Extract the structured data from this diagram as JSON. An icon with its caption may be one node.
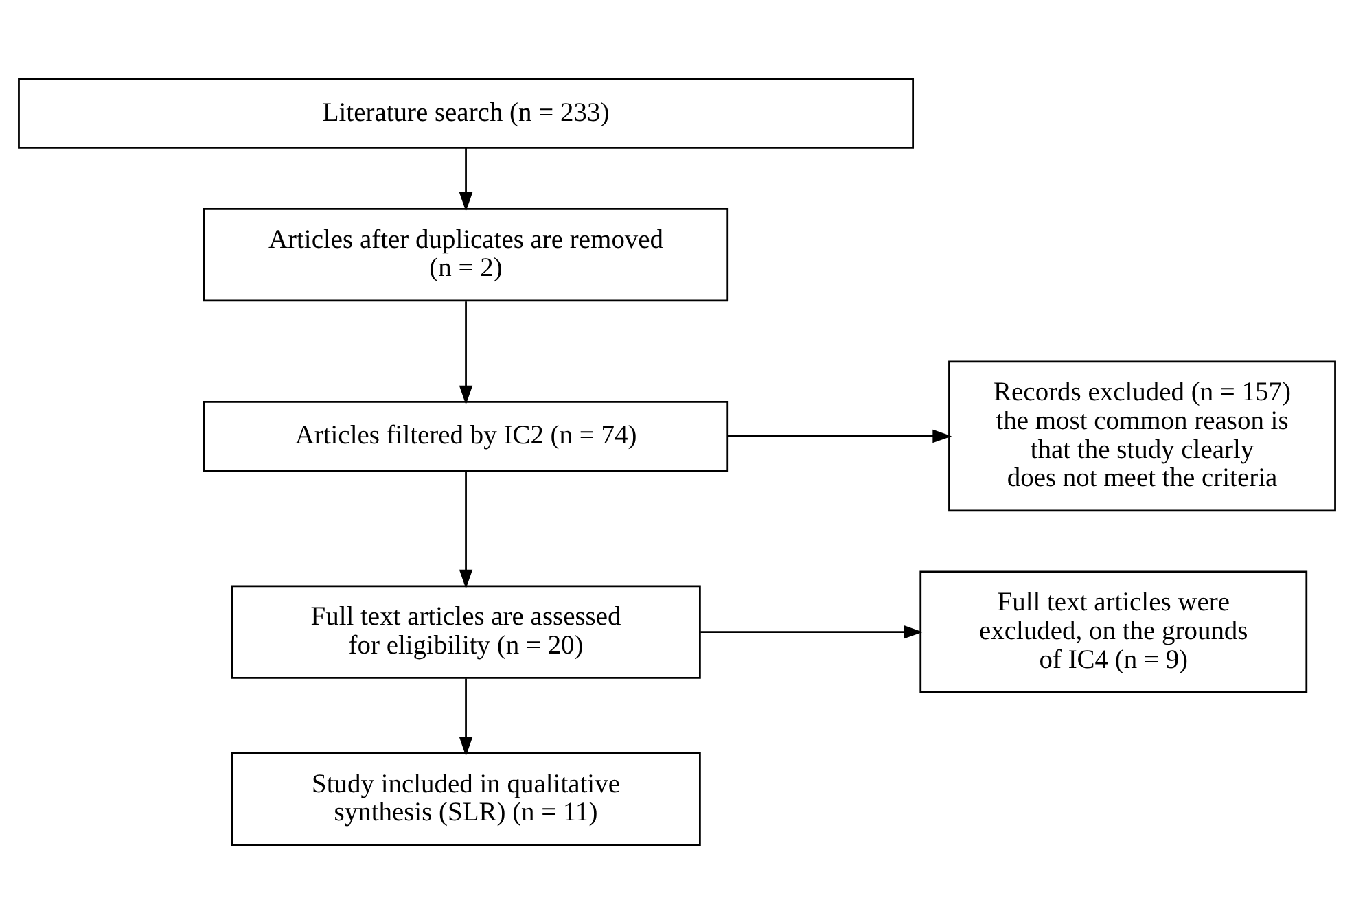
{
  "diagram": {
    "nodes": [
      {
        "text": [
          "Literature search (n = 233)"
        ]
      },
      {
        "text": [
          "Articles after duplicates are removed (n = 2)"
        ]
      },
      {
        "text": [
          "Articles filtered by IC2 (n = 74)"
        ]
      },
      {
        "text": [
          "Records excluded (n = 157)",
          "the most common reason is that the study clearly does not meet the criteria"
        ]
      },
      {
        "text": [
          "Full text articles are assessed for eligibility (n = 20)"
        ]
      },
      {
        "text": [
          "Full text articles were excluded, on the grounds of IC4 (n = 9)"
        ]
      },
      {
        "text": [
          "Study included in qualitative synthesis (SLR) (n = 11)"
        ]
      }
    ],
    "edges": [
      {
        "from": 0,
        "to": 1,
        "arrow": "to"
      },
      {
        "from": 1,
        "to": 2,
        "arrow": "to"
      },
      {
        "from": 2,
        "to": 3,
        "arrow": "to"
      },
      {
        "from": 2,
        "to": 4,
        "arrow": "to"
      },
      {
        "from": 4,
        "to": 5,
        "arrow": "to"
      },
      {
        "from": 4,
        "to": 6,
        "arrow": "to"
      }
    ]
  }
}
